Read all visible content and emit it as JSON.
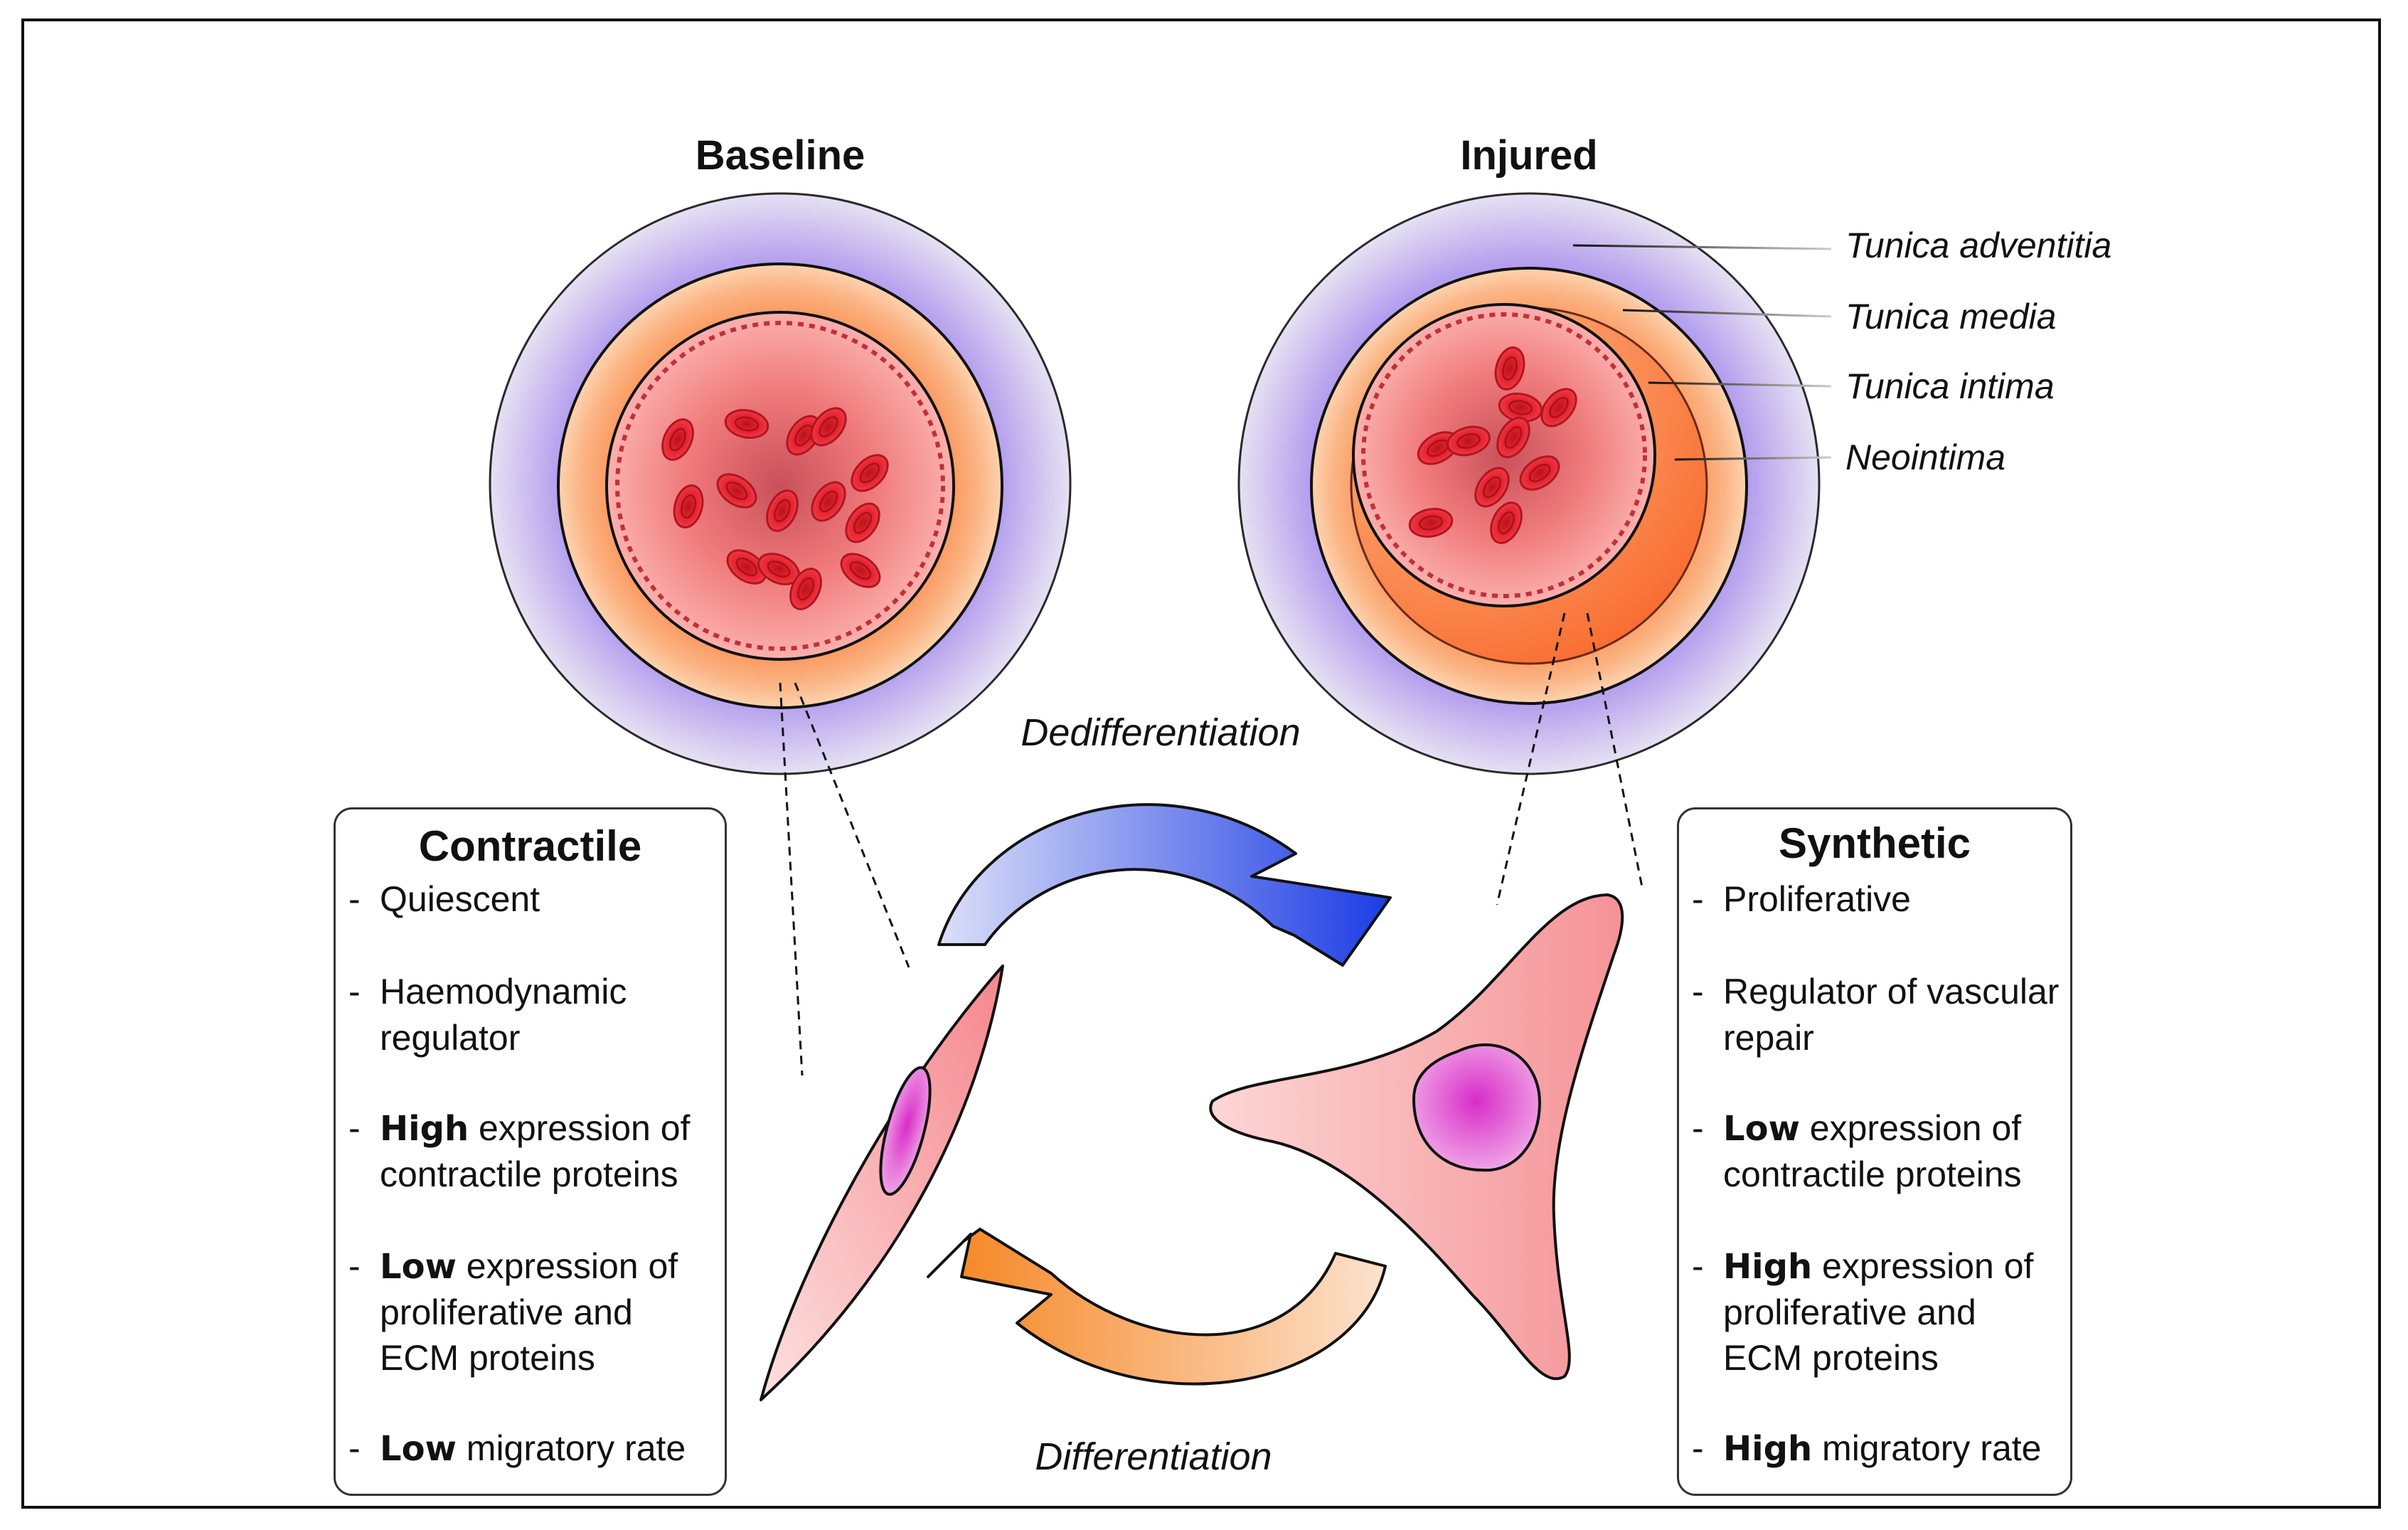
{
  "titles": {
    "baseline": "Baseline",
    "injured": "Injured"
  },
  "layers": {
    "adventitia": "Tunica adventitia",
    "media": "Tunica media",
    "intima": "Tunica intima",
    "neointima": "Neointima"
  },
  "arrows": {
    "top": "Dedifferentiation",
    "bottom": "Differentiation"
  },
  "contractile": {
    "title": "Contractile",
    "items": [
      {
        "bold": "",
        "text": "Quiescent"
      },
      {
        "bold": "",
        "text": "Haemodynamic regulator"
      },
      {
        "bold": "High",
        "text": " expression of contractile proteins"
      },
      {
        "bold": "Low",
        "text": " expression of proliferative and ECM proteins"
      },
      {
        "bold": "Low",
        "text": " migratory rate"
      }
    ]
  },
  "synthetic": {
    "title": "Synthetic",
    "items": [
      {
        "bold": "",
        "text": "Proliferative"
      },
      {
        "bold": "",
        "text": "Regulator of vascular repair"
      },
      {
        "bold": "Low",
        "text": " expression of contractile proteins"
      },
      {
        "bold": "High",
        "text": " expression of proliferative and ECM proteins"
      },
      {
        "bold": "High",
        "text": " migratory rate"
      }
    ]
  },
  "colors": {
    "adventitia": "#b9a6ec",
    "media": "#f8b07a",
    "lumen": "#e4485a",
    "rbc": "#e0232f",
    "cell": "#f6a0a4",
    "nucleus": "#c23bb8",
    "arrow_top": "#1f3fe0",
    "arrow_bottom": "#f58a23"
  }
}
